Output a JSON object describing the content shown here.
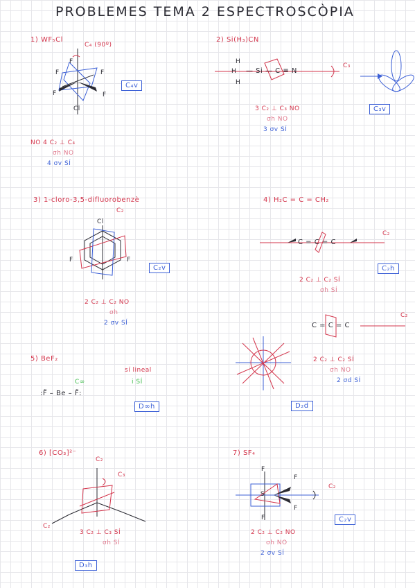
{
  "title": "PROBLEMES TEMA 2 ESPECTROSCÒPIA",
  "p1": {
    "heading": "1) WF₅Cl",
    "c4_label": "C₄ (90º)",
    "sub1": "F",
    "sub2": "F",
    "sub3": "F",
    "sub4": "F",
    "sub5": "F",
    "cl": "Cl",
    "group": "C₄v",
    "line1": "NO 4 C₂ ⊥ C₄",
    "line2": "σh NO",
    "line3": "4 σv SÍ"
  },
  "p2": {
    "heading": "2) Si(H₃)CN",
    "c3_label": "C₃",
    "molecule": "— Si — C ≡ N",
    "h1": "H",
    "h2": "H",
    "h3": "H",
    "group": "C₃v",
    "line1": "3 C₂ ⊥ C₃ NO",
    "line2": "σh NO",
    "line3": "3 σv SÍ"
  },
  "p3": {
    "heading": "3) 1-cloro-3,5-difluorobenzè",
    "c2_label": "C₂",
    "cl": "Cl",
    "f1": "F",
    "f2": "F",
    "group": "C₂v",
    "line1": "2 C₂ ⊥ C₂ NO",
    "line2": "σh",
    "line3": "2 σv SÍ"
  },
  "p4": {
    "heading": "4) H₂C = C = CH₂",
    "c2_label": "C₂",
    "molecule": "C = C = C",
    "group": "C₂h",
    "line1": "2 C₂ ⊥ C₂ SÍ",
    "line2": "σh SÍ",
    "c2_label_b": "C₂",
    "line4": "2 C₂ ⊥ C₂ SÍ",
    "line5": "σh NO",
    "line6": "2 σd SÍ",
    "group2": "D₂d"
  },
  "p5": {
    "heading": "5) BeF₂",
    "lineal": "sí lineal",
    "cinf": "C∞",
    "i_si": "i SÍ",
    "molecule": ":F̈ – Be – F̈:",
    "group": "D∞h"
  },
  "p6": {
    "heading": "6) [CO₃]²⁻",
    "c3_label": "C₃",
    "c2_top": "C₂",
    "c2_left": "C₂",
    "line1": "3 C₂ ⊥ C₃ SÍ",
    "line2": "σh SÍ",
    "group": "D₃h"
  },
  "p7": {
    "heading": "7) SF₄",
    "c2_label": "C₂",
    "s": "S",
    "f": "F",
    "line1": "2 C₂ ⊥ C₂ NO",
    "line2": "σh NO",
    "line3": "2 σv SÍ",
    "group": "C₂v"
  }
}
